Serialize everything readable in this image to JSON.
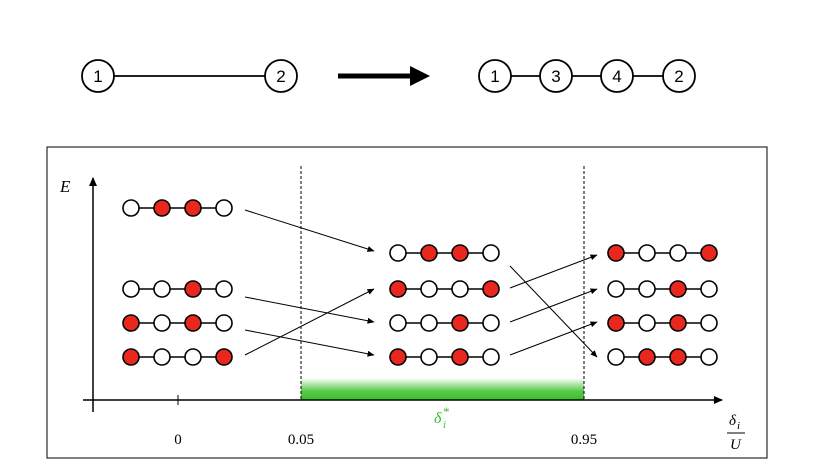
{
  "colors": {
    "filled": "#e8281e",
    "empty": "#ffffff",
    "stroke": "#000000",
    "band": "#3bbf2a"
  },
  "top": {
    "before": [
      "1",
      "2"
    ],
    "after": [
      "1",
      "3",
      "4",
      "2"
    ]
  },
  "axes": {
    "y_label": "E",
    "x_label_num": "δ",
    "x_label_sub": "i",
    "x_label_den": "U",
    "ticks": [
      "0",
      "0.05",
      "0.95"
    ],
    "band_label": "δ",
    "band_label_sup": "*",
    "band_label_sub": "i"
  },
  "columns": [
    {
      "name": "left",
      "configs": [
        "0110",
        "0010",
        "1010",
        "1001"
      ]
    },
    {
      "name": "middle",
      "configs": [
        "0110",
        "1001",
        "0010",
        "1010"
      ]
    },
    {
      "name": "right",
      "configs": [
        "1001",
        "0010",
        "1010",
        "0110"
      ]
    }
  ]
}
